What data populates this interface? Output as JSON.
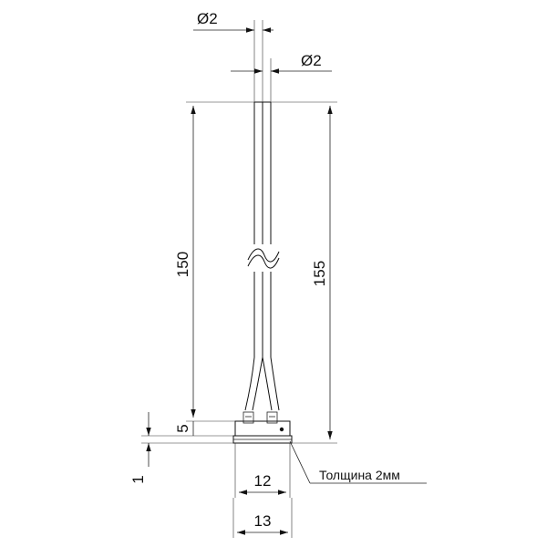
{
  "dimensions": {
    "wire_diameter_top": "Ø2",
    "wire_diameter_second": "Ø2",
    "wire_length": "150",
    "total_length": "155",
    "block_height": "5",
    "base_thickness": "1",
    "inner_width": "12",
    "outer_width": "13"
  },
  "notes": {
    "thickness_label": "Толщина 2мм"
  }
}
